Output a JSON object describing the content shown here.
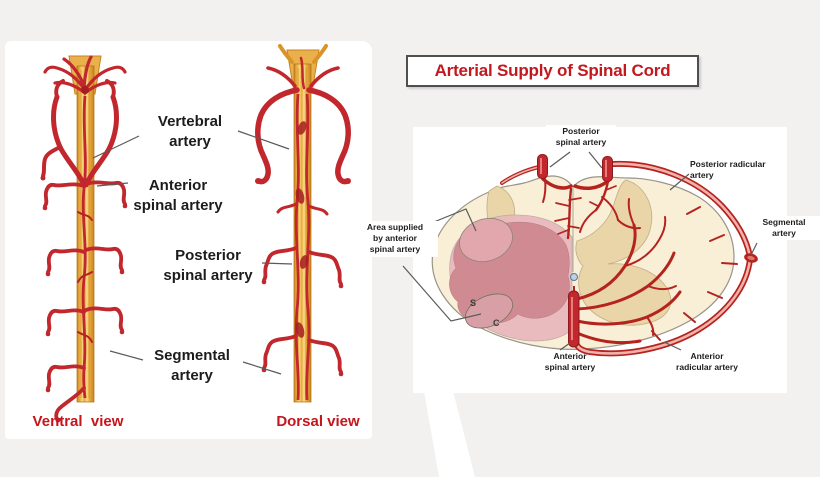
{
  "title": {
    "text": "Arterial Supply of Spinal Cord"
  },
  "colors": {
    "artery_red": "#c1272d",
    "dark_red": "#8f1a1d",
    "title_red": "#c2191f",
    "view_label_red": "#c4161c",
    "cord_yellow": "#f6d57e",
    "cross_section_cream": "#f9eed6",
    "pink_region": "#eab9bd",
    "rose_region": "#cf8b91",
    "gray_matter_tan": "#ead5a8",
    "canal_blue": "#b7d3e4",
    "background_gray": "#f2f1f0"
  },
  "longitudinal_views": {
    "ventral_caption": "Ventral  view",
    "dorsal_caption": "Dorsal view",
    "labels": {
      "vertebral": [
        "Vertebral",
        "artery"
      ],
      "anterior_spinal": [
        "Anterior",
        "spinal artery"
      ],
      "posterior_spinal": [
        "Posterior",
        "spinal artery"
      ],
      "segmental": [
        "Segmental",
        "artery"
      ]
    }
  },
  "cross_section": {
    "labels": {
      "posterior_spinal": [
        "Posterior",
        "spinal artery"
      ],
      "posterior_radicular": [
        "Posterior radicular",
        "artery"
      ],
      "segmental": [
        "Segmental",
        "artery"
      ],
      "area_supplied": [
        "Area supplied",
        "by anterior",
        "spinal artery"
      ],
      "anterior_spinal": [
        "Anterior",
        "spinal artery"
      ],
      "anterior_radicular": [
        "Anterior",
        "radicular artery"
      ]
    },
    "tract_markers": {
      "s": "S",
      "c": "C"
    }
  }
}
